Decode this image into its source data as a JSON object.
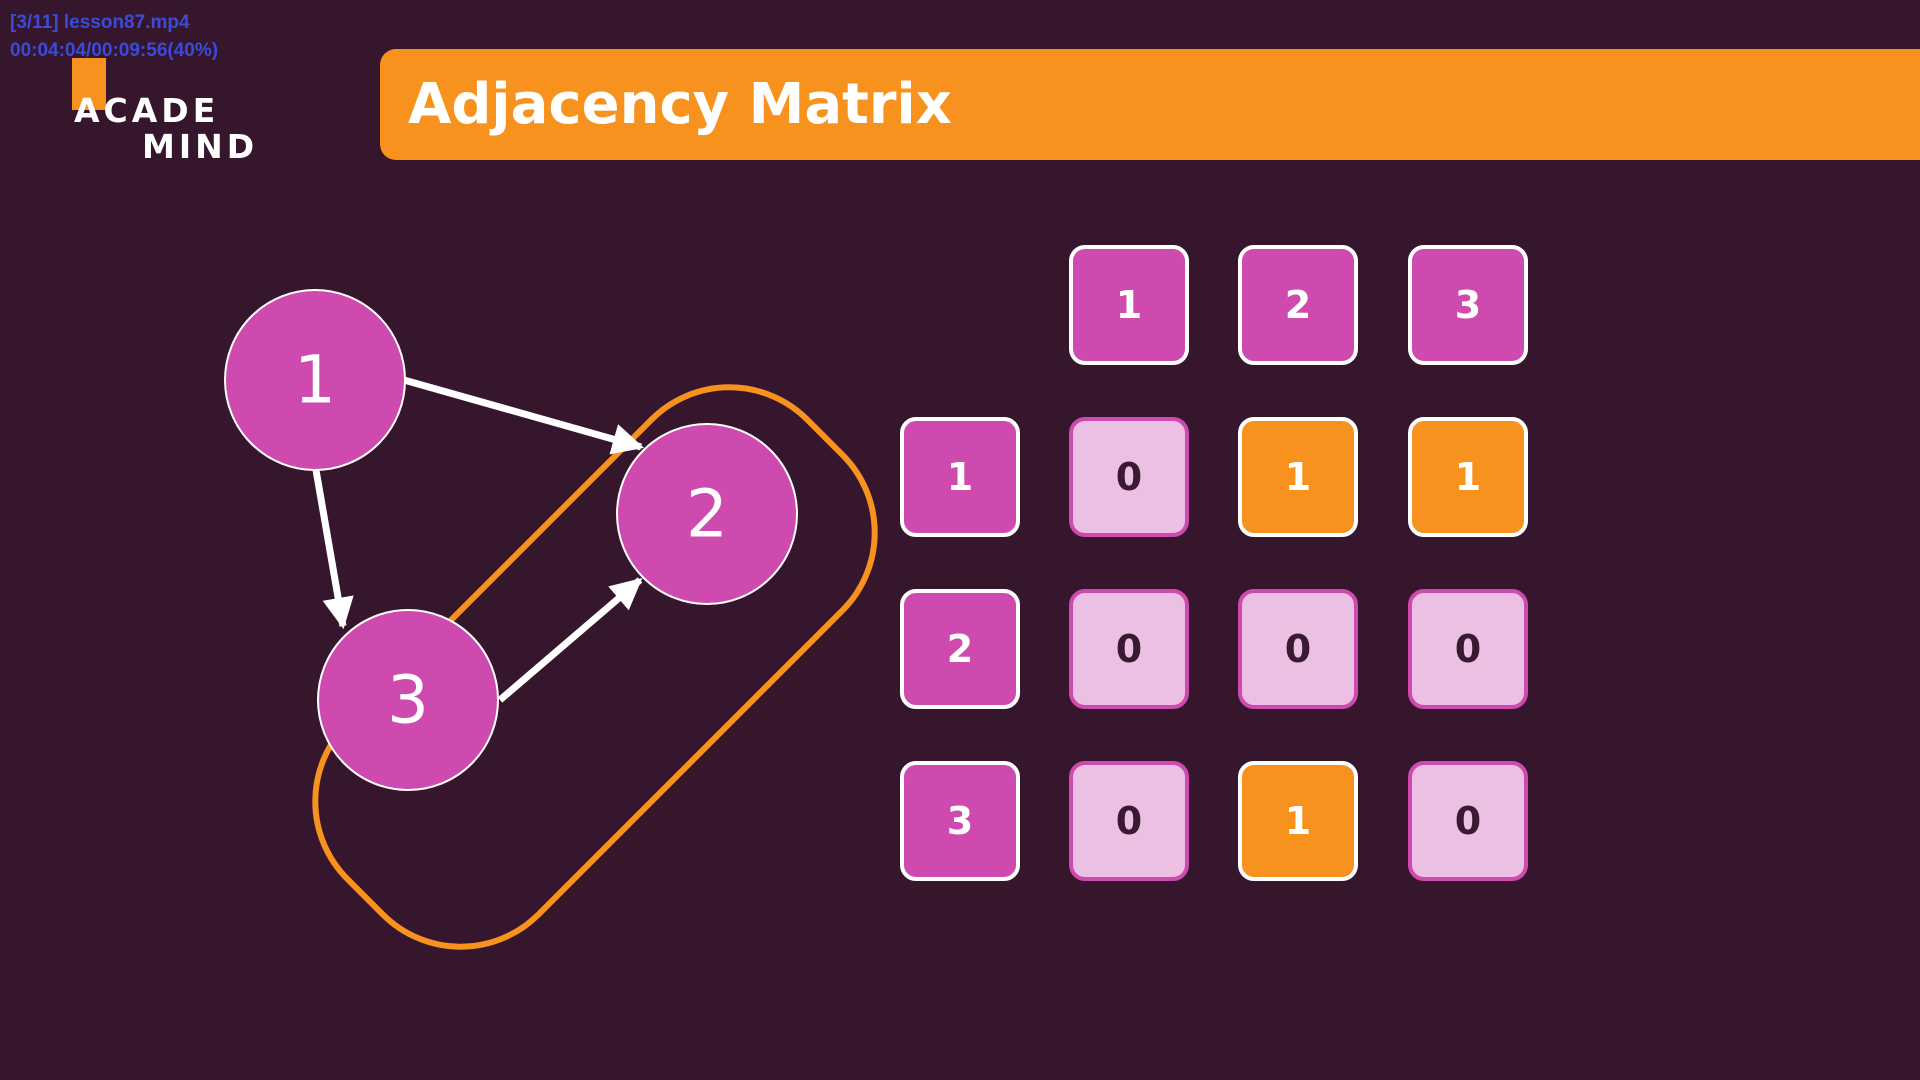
{
  "overlay": {
    "file": "[3/11] lesson87.mp4",
    "time": "00:04:04/00:09:56(40%)"
  },
  "logo": {
    "line1": "ACADE",
    "line2": "MIND"
  },
  "title": "Adjacency Matrix",
  "colors": {
    "background": "#36162d",
    "accent_orange": "#f7921e",
    "node_magenta": "#cf4aaf",
    "zero_cell": "#ecc0e2",
    "white": "#ffffff"
  },
  "graph": {
    "nodes": [
      "1",
      "2",
      "3"
    ],
    "edges": [
      {
        "from": "1",
        "to": "2"
      },
      {
        "from": "1",
        "to": "3"
      },
      {
        "from": "3",
        "to": "2"
      }
    ],
    "highlighted_nodes": [
      "2",
      "3"
    ]
  },
  "matrix": {
    "col_headers": [
      "1",
      "2",
      "3"
    ],
    "row_headers": [
      "1",
      "2",
      "3"
    ],
    "rows": [
      [
        "0",
        "1",
        "1"
      ],
      [
        "0",
        "0",
        "0"
      ],
      [
        "0",
        "1",
        "0"
      ]
    ]
  }
}
